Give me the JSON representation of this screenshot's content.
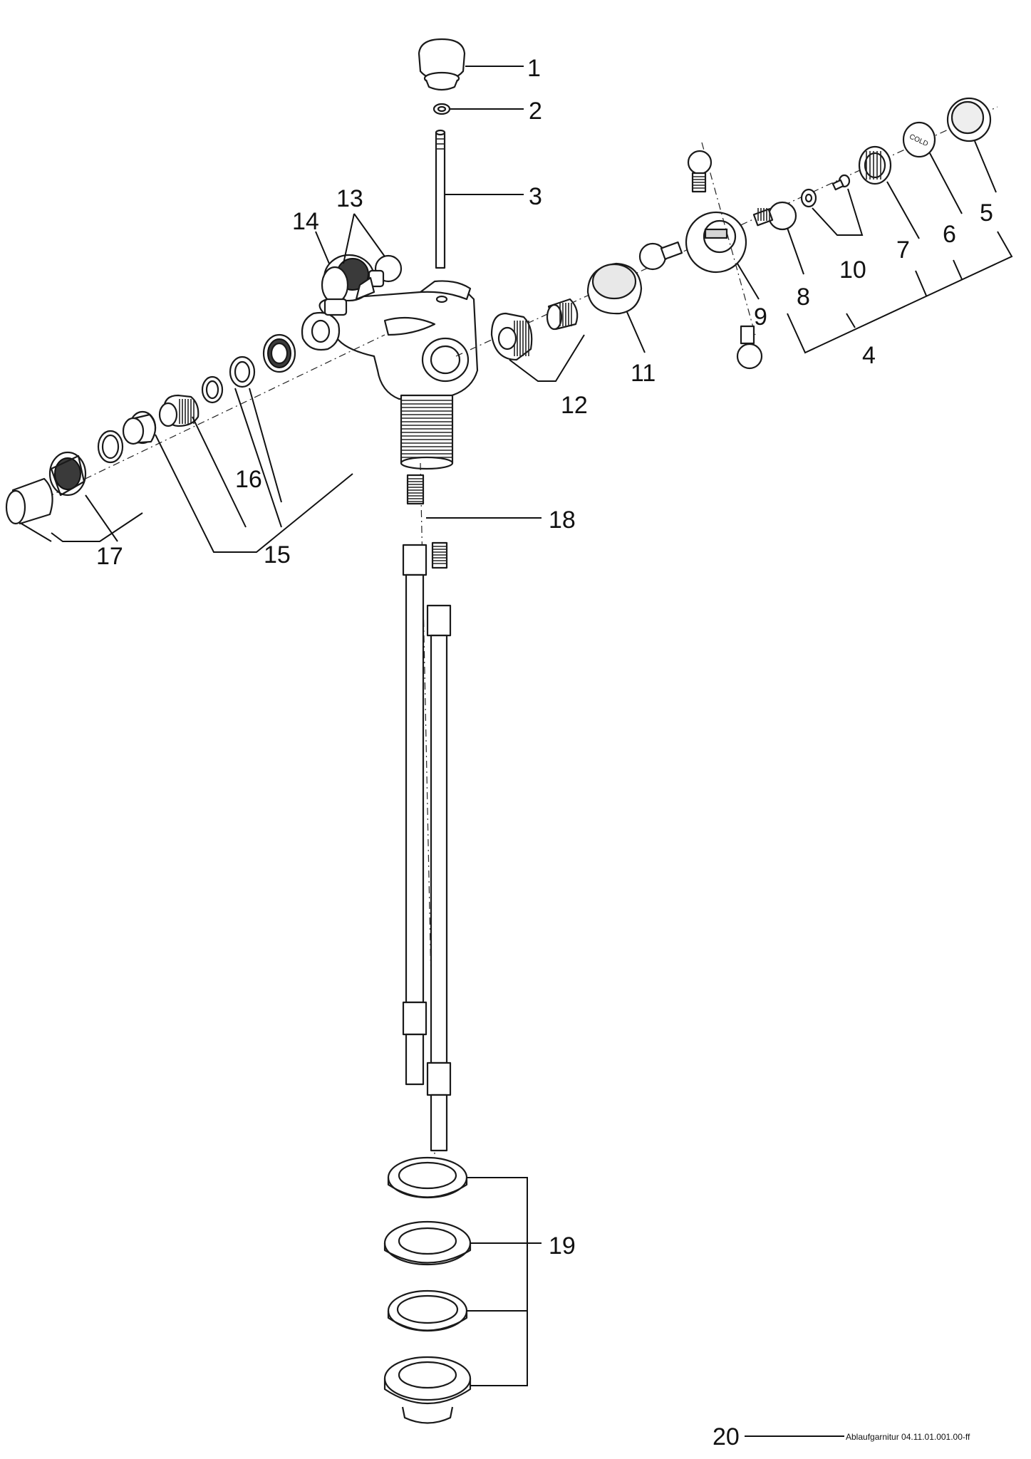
{
  "callouts": {
    "c1": "1",
    "c2": "2",
    "c3": "3",
    "c4": "4",
    "c5": "5",
    "c6": "6",
    "c7": "7",
    "c8": "8",
    "c9": "9",
    "c10": "10",
    "c11": "11",
    "c12": "12",
    "c13": "13",
    "c14": "14",
    "c15": "15",
    "c16": "16",
    "c17": "17",
    "c18": "18",
    "c19": "19"
  },
  "part_text": {
    "cold_cap": "COLD"
  },
  "footer": {
    "page_number": "20",
    "reference": "Ablaufgarnitur 04.11.01.001.00-ff"
  }
}
